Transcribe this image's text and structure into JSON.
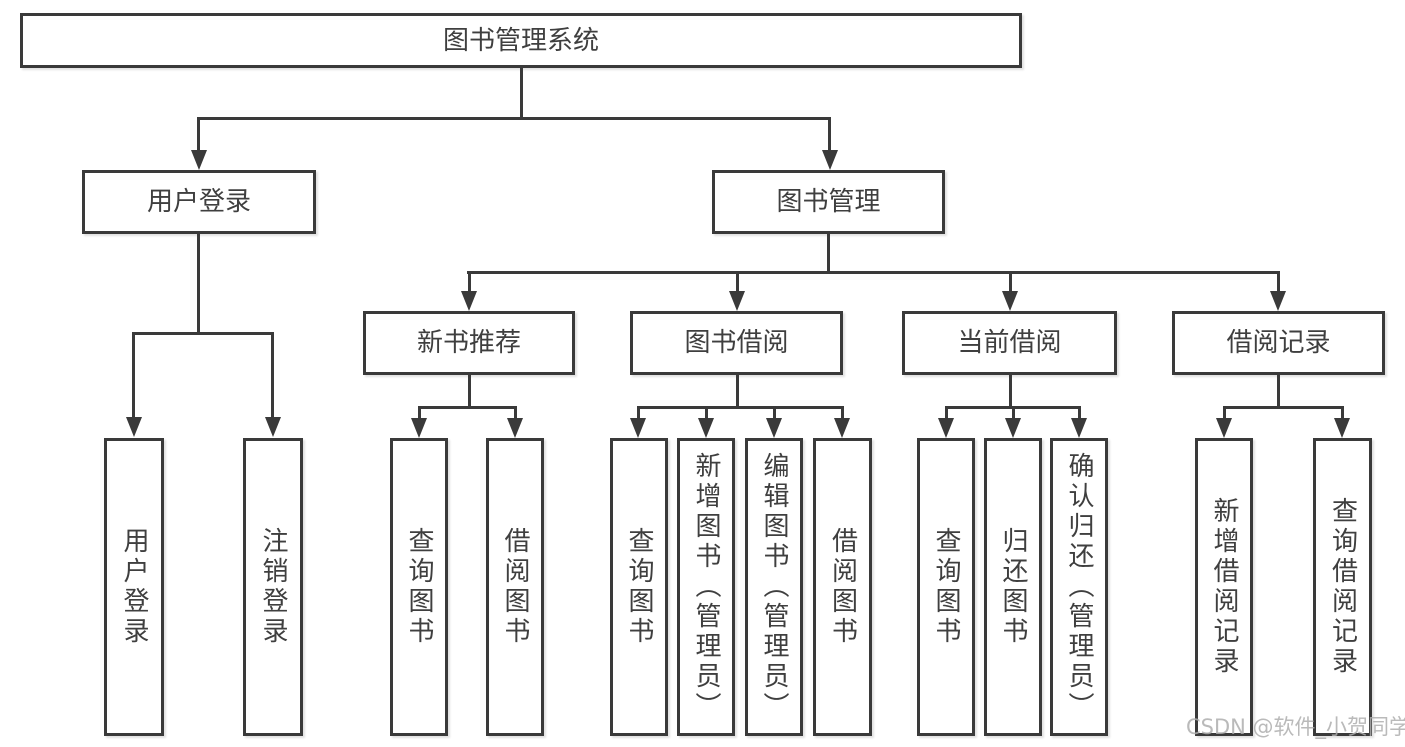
{
  "colors": {
    "line": "#3a3a3a",
    "text": "#3f3f3f",
    "watermark": "#aeaeae"
  },
  "watermark": "CSDN @软件_小贺同学",
  "diagram": {
    "root": "图书管理系统",
    "branches": [
      {
        "label": "用户登录",
        "leaves": [
          "用户登录",
          "注销登录"
        ]
      },
      {
        "label": "图书管理",
        "children": [
          {
            "label": "新书推荐",
            "leaves": [
              "查询图书",
              "借阅图书"
            ]
          },
          {
            "label": "图书借阅",
            "leaves": [
              "查询图书",
              "新增图书（管理员）",
              "编辑图书（管理员）",
              "借阅图书"
            ]
          },
          {
            "label": "当前借阅",
            "leaves": [
              "查询图书",
              "归还图书",
              "确认归还（管理员）"
            ]
          },
          {
            "label": "借阅记录",
            "leaves": [
              "新增借阅记录",
              "查询借阅记录"
            ]
          }
        ]
      }
    ]
  }
}
